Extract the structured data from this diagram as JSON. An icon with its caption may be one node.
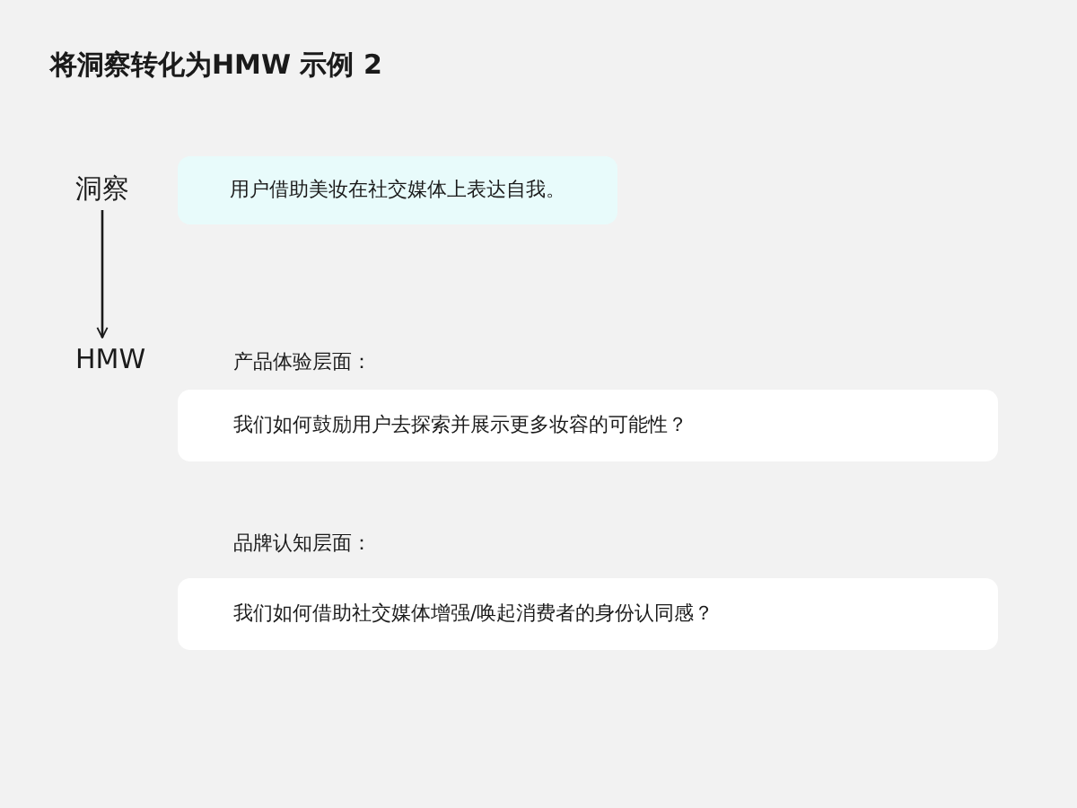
{
  "diagram": {
    "title": "将洞察转化为HMW 示例 2",
    "nodes": [
      {
        "text": [
          "洞察"
        ]
      },
      {
        "text": [
          "HMW"
        ]
      },
      {
        "text": [
          "用户借助美妆在社交媒体上表达自我。"
        ]
      },
      {
        "text": [
          "产品体验层面：",
          "我们如何鼓励用户去探索并展示更多妆容的可能性？"
        ]
      },
      {
        "text": [
          "品牌认知层面：",
          "我们如何借助社交媒体增强/唤起消费者的身份认同感？"
        ]
      }
    ],
    "edges": [
      {
        "from": 0,
        "to": 1,
        "arrow": "to"
      }
    ]
  }
}
